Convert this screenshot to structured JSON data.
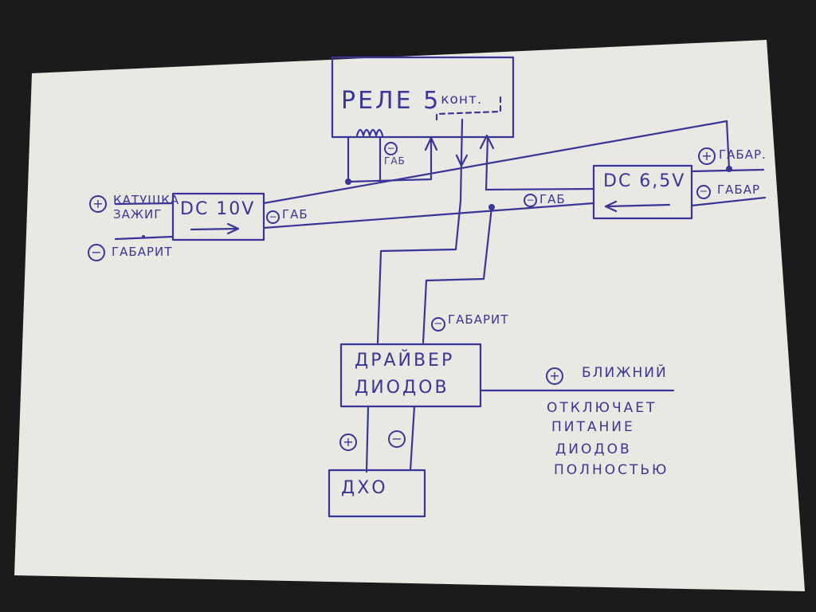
{
  "relay": {
    "label": "РЕЛЕ 5",
    "suffix": "конт."
  },
  "dc10": {
    "label": "DC 10V"
  },
  "dc65": {
    "label": "DC 6,5V"
  },
  "driver": {
    "line1": "ДРАЙВЕР",
    "line2": "ДИОДОВ"
  },
  "dho": {
    "label": "ДХО"
  },
  "left_in": {
    "plus_line1": "КАТУШКА",
    "plus_line2": "ЗАЖИГ",
    "minus_label": "ГАБАРИТ"
  },
  "right_in": {
    "plus_label": "ГАБАР.",
    "minus_label": "ГАБАР"
  },
  "wires": {
    "relay_minus": "ГАБ",
    "dc10_minus": "ГАБ",
    "dc65_minus": "ГАБ",
    "driver_minus": "ГАБАРИТ"
  },
  "low_beam": {
    "label": "БЛИЖНИЙ",
    "note": [
      "ОТКЛЮЧАЕТ",
      "ПИТАНИЕ",
      "ДИОДОВ",
      "ПОЛНОСТЬЮ"
    ]
  },
  "signs": {
    "plus": "+",
    "minus": "−"
  },
  "colors": {
    "ink": "#3a3596",
    "paper": "#e9e8e3",
    "background": "#1b1b1b"
  }
}
